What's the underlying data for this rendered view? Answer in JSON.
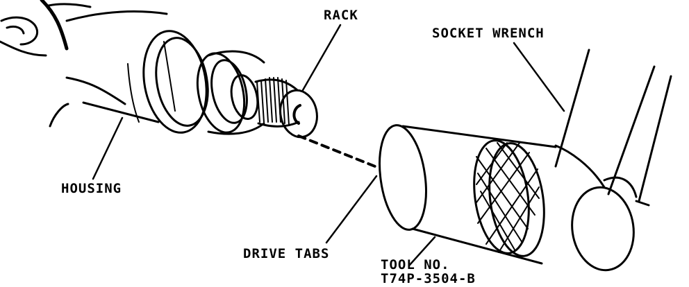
{
  "labels": {
    "rack": "RACK",
    "socket_wrench": "SOCKET WRENCH",
    "housing": "HOUSING",
    "drive_tabs": "DRIVE TABS",
    "tool_no_line1": "TOOL NO.",
    "tool_no_line2": "T74P-3504-B"
  },
  "colors": {
    "ink": "#000000",
    "paper": "#ffffff"
  }
}
